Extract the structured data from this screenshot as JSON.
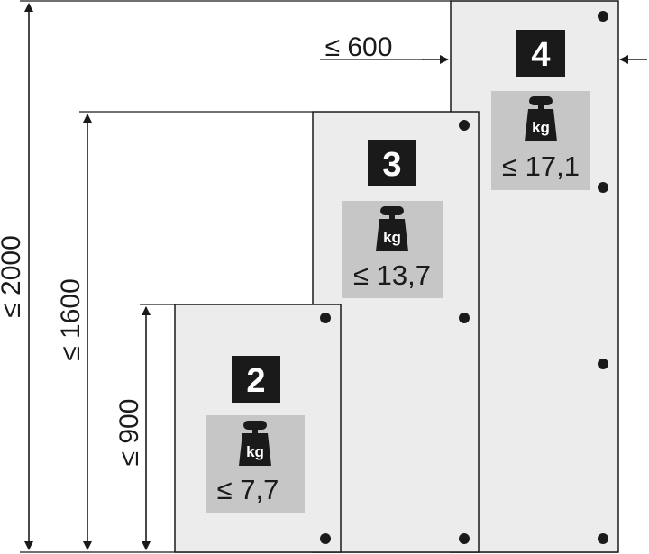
{
  "dimensions": {
    "height_2000": "≤ 2000",
    "height_1600": "≤ 1600",
    "height_900": "≤ 900",
    "width_600": "≤ 600"
  },
  "panels": [
    {
      "number": "2",
      "unit": "kg",
      "weight": "≤ 7,7"
    },
    {
      "number": "3",
      "unit": "kg",
      "weight": "≤ 13,7"
    },
    {
      "number": "4",
      "unit": "kg",
      "weight": "≤ 17,1"
    }
  ],
  "colors": {
    "panel_fill": "#ececec",
    "weight_box": "#c6c6c6",
    "badge": "#1a1a1a",
    "line": "#1a1a1a"
  }
}
